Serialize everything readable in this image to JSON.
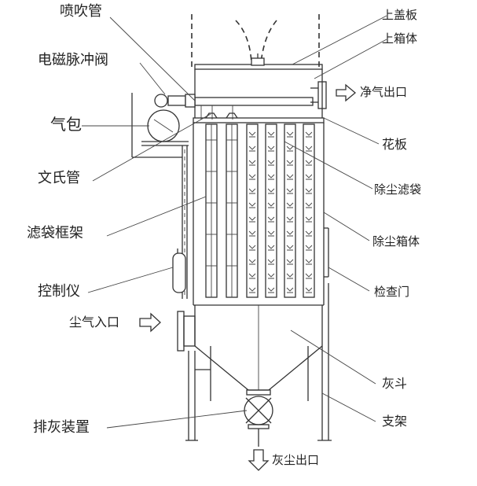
{
  "labels_left": {
    "nozzle_pipe": "喷吹管",
    "pulse_valve": "电磁脉冲阀",
    "air_bag": "气包",
    "venturi": "文氏管",
    "bag_cage": "滤袋框架",
    "controller": "控制仪",
    "dust_inlet": "尘气入口",
    "ash_discharge": "排灰装置"
  },
  "labels_right": {
    "top_cover": "上盖板",
    "upper_box": "上箱体",
    "clean_outlet": "净气出口",
    "tube_sheet": "花板",
    "filter_bag": "除尘滤袋",
    "dust_box": "除尘箱体",
    "inspection_door": "检查门",
    "ash_hopper": "灰斗",
    "support": "支架"
  },
  "labels_bottom": {
    "dust_outlet": "灰尘出口"
  }
}
